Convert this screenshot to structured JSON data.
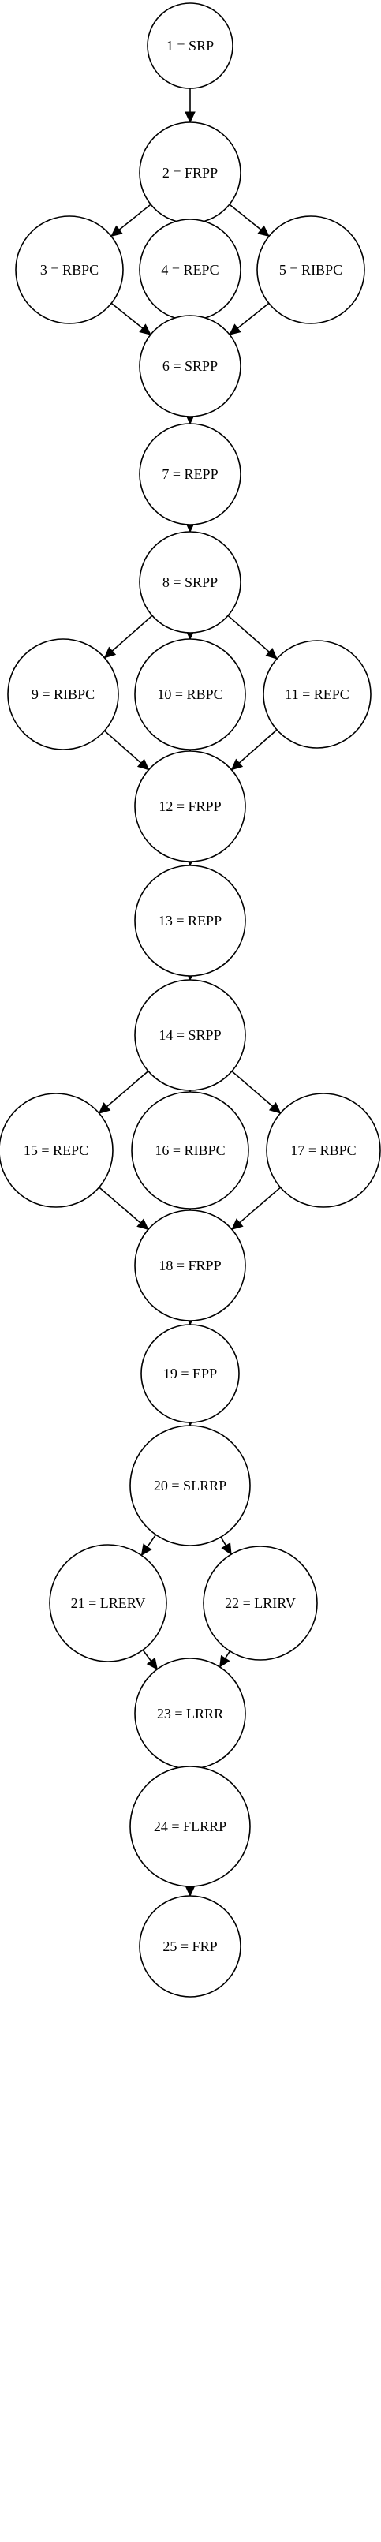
{
  "diagram": {
    "nodes": [
      {
        "id": "n1",
        "label": "1 = SRP"
      },
      {
        "id": "n2",
        "label": "2 = FRPP"
      },
      {
        "id": "n3",
        "label": "3 = RBPC"
      },
      {
        "id": "n4",
        "label": "4 = REPC"
      },
      {
        "id": "n5",
        "label": "5 = RIBPC"
      },
      {
        "id": "n6",
        "label": "6 = SRPP"
      },
      {
        "id": "n7",
        "label": "7 = REPP"
      },
      {
        "id": "n8",
        "label": "8 = SRPP"
      },
      {
        "id": "n9",
        "label": "9 = RIBPC"
      },
      {
        "id": "n10",
        "label": "10 = RBPC"
      },
      {
        "id": "n11",
        "label": "11 = REPC"
      },
      {
        "id": "n12",
        "label": "12 = FRPP"
      },
      {
        "id": "n13",
        "label": "13 = REPP"
      },
      {
        "id": "n14",
        "label": "14 = SRPP"
      },
      {
        "id": "n15",
        "label": "15 = REPC"
      },
      {
        "id": "n16",
        "label": "16 = RIBPC"
      },
      {
        "id": "n17",
        "label": "17 = RBPC"
      },
      {
        "id": "n18",
        "label": "18 = FRPP"
      },
      {
        "id": "n19",
        "label": "19 = EPP"
      },
      {
        "id": "n20",
        "label": "20 = SLRRP"
      },
      {
        "id": "n21",
        "label": "21 = LRERV"
      },
      {
        "id": "n22",
        "label": "22 = LRIRV"
      },
      {
        "id": "n23",
        "label": "23 = LRRR"
      },
      {
        "id": "n24",
        "label": "24 = FLRRP"
      },
      {
        "id": "n25",
        "label": "25 = FRP"
      }
    ],
    "edges": [
      [
        "n1",
        "n2"
      ],
      [
        "n2",
        "n3"
      ],
      [
        "n2",
        "n4"
      ],
      [
        "n2",
        "n5"
      ],
      [
        "n3",
        "n6"
      ],
      [
        "n4",
        "n6"
      ],
      [
        "n5",
        "n6"
      ],
      [
        "n6",
        "n7"
      ],
      [
        "n7",
        "n8"
      ],
      [
        "n8",
        "n9"
      ],
      [
        "n8",
        "n10"
      ],
      [
        "n8",
        "n11"
      ],
      [
        "n9",
        "n12"
      ],
      [
        "n10",
        "n12"
      ],
      [
        "n11",
        "n12"
      ],
      [
        "n12",
        "n13"
      ],
      [
        "n13",
        "n14"
      ],
      [
        "n14",
        "n15"
      ],
      [
        "n14",
        "n16"
      ],
      [
        "n14",
        "n17"
      ],
      [
        "n15",
        "n18"
      ],
      [
        "n16",
        "n18"
      ],
      [
        "n17",
        "n18"
      ],
      [
        "n18",
        "n19"
      ],
      [
        "n19",
        "n20"
      ],
      [
        "n20",
        "n21"
      ],
      [
        "n20",
        "n22"
      ],
      [
        "n21",
        "n23"
      ],
      [
        "n22",
        "n23"
      ],
      [
        "n23",
        "n24"
      ],
      [
        "n24",
        "n25"
      ]
    ]
  }
}
